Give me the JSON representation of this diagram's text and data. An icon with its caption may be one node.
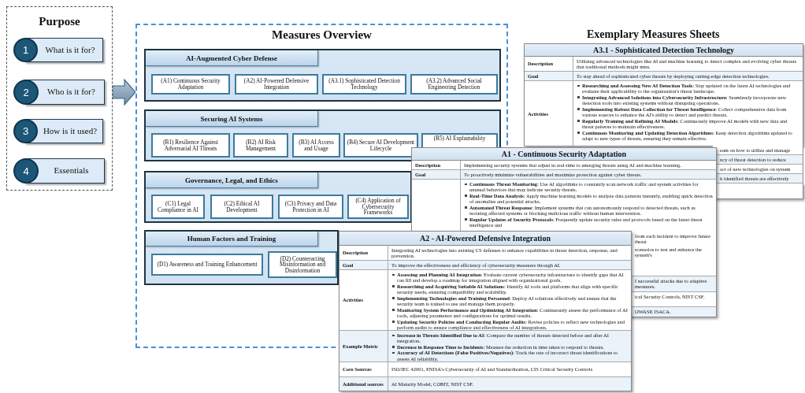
{
  "diagram": {
    "nodes": [
      {
        "text": [
          "Purpose"
        ]
      },
      {
        "text": [
          "1",
          "What is it for?"
        ],
        "in": 0
      },
      {
        "text": [
          "2",
          "Who is it for?"
        ],
        "in": 0
      },
      {
        "text": [
          "3",
          "How is it used?"
        ],
        "in": 0
      },
      {
        "text": [
          "4",
          "Essentials"
        ],
        "in": 0
      },
      {
        "text": [
          "Measures Overview"
        ]
      },
      {
        "text": [
          "AI-Augmented Cyber Defense"
        ],
        "in": 5
      },
      {
        "text": [
          "(A1) Continuous Security Adaptation"
        ],
        "in": 6
      },
      {
        "text": [
          "(A2) AI-Powered Defensive Integration"
        ],
        "in": 6
      },
      {
        "text": [
          "(A3.1) Sophisticated Detection Technology"
        ],
        "in": 6
      },
      {
        "text": [
          "(A3.2) Advanced Social Engineering Detection"
        ],
        "in": 6
      },
      {
        "text": [
          "Securing AI Systems"
        ],
        "in": 5
      },
      {
        "text": [
          "(B1) Resilience Against Adversarial AI Threats"
        ],
        "in": 11
      },
      {
        "text": [
          "(B2) AI Risk Management"
        ],
        "in": 11
      },
      {
        "text": [
          "(B3) AI Access and Usage"
        ],
        "in": 11
      },
      {
        "text": [
          "(B4) Secure AI Development Lifecycle"
        ],
        "in": 11
      },
      {
        "text": [
          "(B5) AI Explainability"
        ],
        "in": 11
      },
      {
        "text": [
          "Governance, Legal, and Ethics"
        ],
        "in": 5
      },
      {
        "text": [
          "(C1) Legal Compliance in AI"
        ],
        "in": 17
      },
      {
        "text": [
          "(C2) Ethical AI Development"
        ],
        "in": 17
      },
      {
        "text": [
          "(C3) Privacy and Data Protection in AI"
        ],
        "in": 17
      },
      {
        "text": [
          "(C4) Application of Cybersecurity Frameworks"
        ],
        "in": 17
      },
      {
        "text": [
          "Human Factors and Training"
        ],
        "in": 5
      },
      {
        "text": [
          "(D1) Awareness and Training Enhancement"
        ],
        "in": 22
      },
      {
        "text": [
          "(D2) Counteracting Misinformation and Disinformation"
        ],
        "in": 22
      },
      {
        "text": [
          "A3.1 - Sophisticated Detection Technology",
          "Description",
          "Utilizing advanced technologies like AI and machine learning to detect complex and evolving cyber threats that traditional methods might miss.",
          "Goal",
          "To stay ahead of sophisticated cyber threats by deploying cutting-edge detection technologies.",
          "Activities",
          "**Researching and Assessing New AI Detection Tools**: Stay updated on the latest AI technologies and evaluate their applicability to the organization's threat landscape.",
          "**Integrating Advanced Solutions into Cybersecurity Infrastructure**: Seamlessly incorporate new detection tools into existing systems without disrupting operations.",
          "**Implementing Robust Data Collection for Threat Intelligence**: Collect comprehensive data from various sources to enhance the AI's ability to detect and predict threats.",
          "**Regularly Training and Refining AI Models**: Continuously improve AI models with new data and threat patterns to maintain effectiveness.",
          "**Continuous Monitoring and Updating Detection Algorithms**: Keep detection algorithms updated to adapt to new types of threats, ensuring they remain effective."
        ]
      },
      {
        "text": [
          "A1 - Continuous Security Adaptation",
          "Description",
          "Implementing security systems that adjust in real-time to emerging threats using AI and machine learning.",
          "Goal",
          "To proactively minimize vulnerabilities and maximize protection against cyber threats.",
          "**Continuous Threat Monitoring**: Use AI algorithms to constantly scan network traffic and system activities for unusual behaviors that may indicate security threats.",
          "**Real-Time Data Analysis**: Apply machine learning models to analyze data patterns instantly, enabling quick detection of anomalies and potential attacks.",
          "**Automated Threat Response**: Implement systems that can autonomously respond to detected threats, such as isolating affected systems or blocking malicious traffic without human intervention.",
          "**Regular Updates of Security Protocols**: Frequently update security rules and protocols based on the latest threat intelligence and"
        ]
      },
      {
        "text": [
          "A2 - AI-Powered Defensive Integration",
          "Description",
          "Integrating AI technologies into existing CS defenses to enhance capabilities in threat detection, response, and prevention.",
          "Goal",
          "To improve the effectiveness and efficiency of cybersecurity measures through AI.",
          "Activities",
          "**Assessing and Planning AI Integration**: Evaluate current cybersecurity infrastructure to identify gaps that AI can fill and develop a roadmap for integration aligned with organizational goals.",
          "**Researching and Acquiring Suitable AI Solutions**: Identify AI tools and platforms that align with specific security needs, ensuring compatibility and scalability.",
          "**Implementing Technologies and Training Personnel**: Deploy AI solutions effectively and ensure that the security team is trained to use and manage them properly.",
          "**Monitoring System Performance and Optimizing AI Integration**: Continuously assess the performance of AI tools, adjusting parameters and configurations for optimal results.",
          "**Updating Security Policies and Conducting Regular Audits**: Revise policies to reflect new technologies and perform audits to ensure compliance and effectiveness of AI integrations.",
          "Example Metric",
          "**Increase in Threats Identified Due to AI**: Compare the number of threats detected before and after AI integration.",
          "**Decrease in Response Time to Incidents**: Measure the reduction in time taken to respond to threats.",
          "**Accuracy of AI Detections (False Positives/Negatives)**: Track the rate of incorrect threat identifications to assess AI reliability.",
          "Core Sources",
          "ISO/IEC 42001, ENISA's Cybersecurity of AI and Standardization, CIS Critical Security Controls",
          "Additional sources",
          "AI Maturity Model, COBIT, NIST CSF."
        ]
      }
    ],
    "edges": [
      {
        "from": 0,
        "to": 5,
        "arrow": "to",
        "style": "thick"
      }
    ],
    "labels": [
      "Exemplary Measures Sheets",
      "eam on how to utilize and manage",
      "ncy of threat detection to reduce",
      "act of new technologies on system",
      "h identified threats are effectively",
      "from each incident to improve future threat",
      "scenarios to test and enhance the system's",
      "f successful attacks due to adaptive measures.",
      "ical Security Controls, NIST CSF.",
      "OWASP, ISACA."
    ]
  }
}
